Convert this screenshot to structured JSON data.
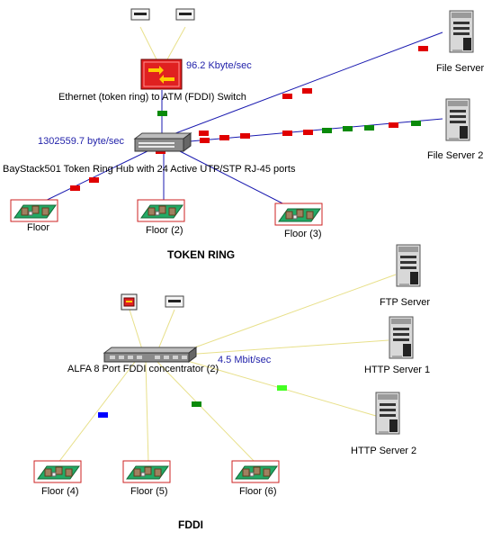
{
  "token_ring": {
    "title": "TOKEN RING",
    "switch": {
      "label": "Ethernet (token ring) to ATM (FDDI) Switch",
      "rate": "96.2 Kbyte/sec"
    },
    "hub": {
      "label": "BayStack501 Token Ring Hub with 24 Active UTP/STP RJ-45 ports",
      "rate": "1302559.7 byte/sec"
    },
    "servers": [
      "File Server",
      "File Server 2"
    ],
    "floors": [
      "Floor",
      "Floor (2)",
      "Floor (3)"
    ]
  },
  "fddi": {
    "title": "FDDI",
    "concentrator": {
      "label": "ALFA 8 Port FDDI concentrator (2)",
      "rate": "4.5 Mbit/sec"
    },
    "servers": [
      "FTP Server",
      "HTTP Server 1",
      "HTTP Server 2"
    ],
    "floors": [
      "Floor (4)",
      "Floor (5)",
      "Floor (6)"
    ]
  },
  "colors": {
    "link_blue": "#1a1ab0",
    "link_yellow": "#e8e08a",
    "packet_red": "#e00000",
    "packet_green": "#0a8a0a",
    "packet_lime": "#44ff22",
    "packet_blue": "#0000ff",
    "rate_text": "#2222aa"
  }
}
